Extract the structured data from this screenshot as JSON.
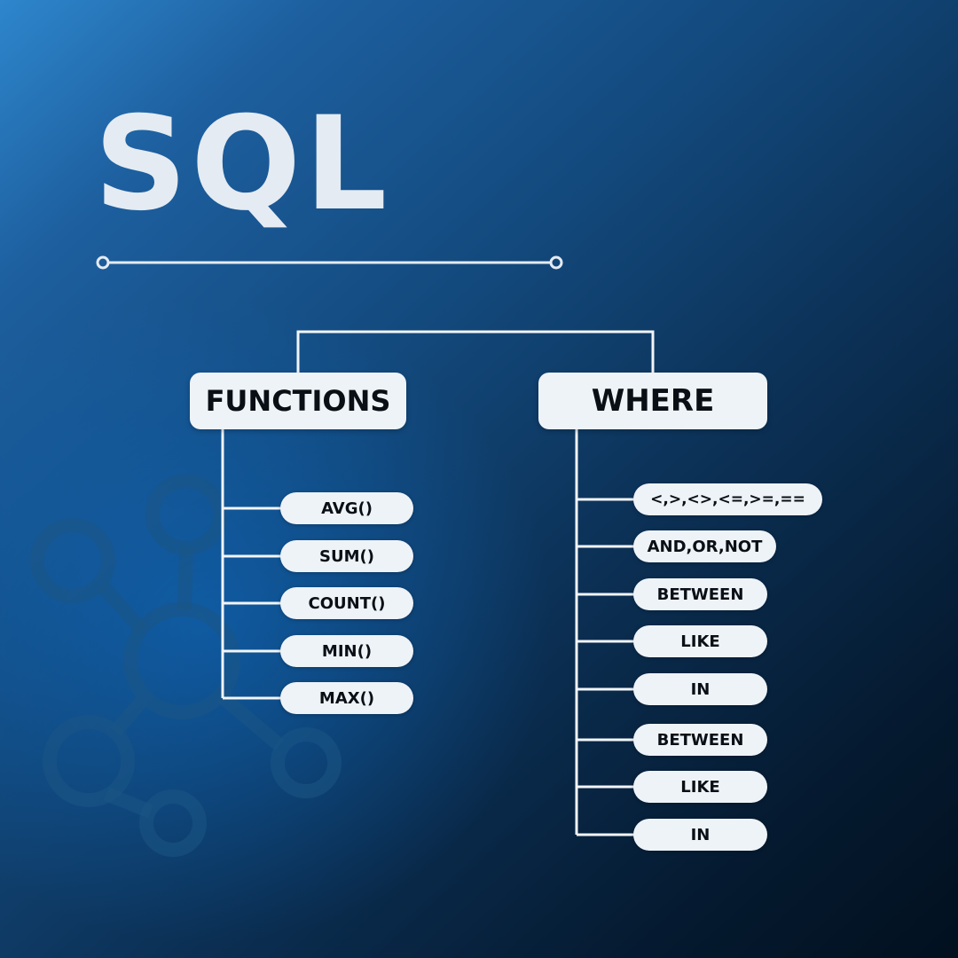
{
  "title": "SQL",
  "colors": {
    "background_start": "#2e86cc",
    "background_end": "#02101f",
    "box_fill": "#eef3f8",
    "box_text": "#0a0f16",
    "line": "#f2f5f9",
    "title_text": "#e4ebf2"
  },
  "decoration_icon": "network-nodes-icon",
  "functions": {
    "label": "FUNCTIONS",
    "items": [
      "AVG()",
      "SUM()",
      "COUNT()",
      "MIN()",
      "MAX()"
    ]
  },
  "where": {
    "label": "WHERE",
    "items": [
      "<,>,<>,<=,>=,==",
      "AND,OR,NOT",
      "BETWEEN",
      "LIKE",
      "IN",
      "BETWEEN",
      "LIKE",
      "IN"
    ]
  }
}
